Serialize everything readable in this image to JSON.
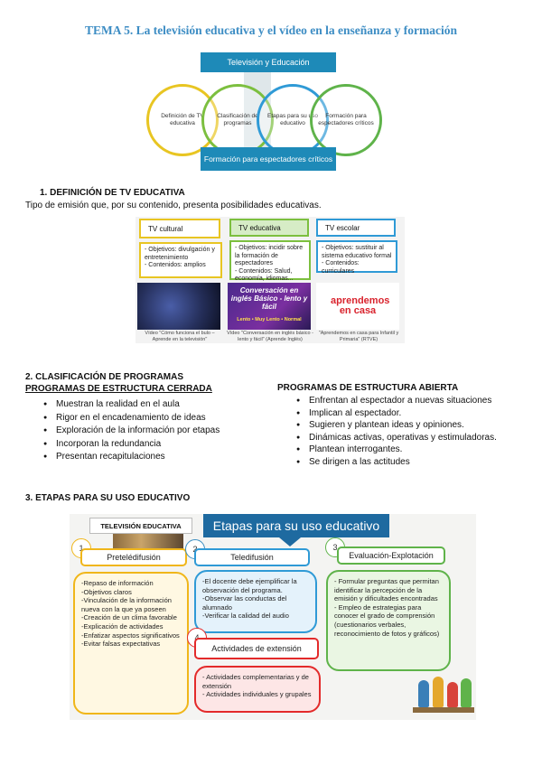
{
  "title": "TEMA 5. La televisión educativa y el vídeo en la enseñanza y formación",
  "diagram1": {
    "top": "Televisión y Educación",
    "bottom": "Formación para espectadores críticos",
    "circles": [
      "Definición de TV educativa",
      "Clasificación de programas",
      "Etapas para su uso educativo",
      "Formación para espectadores críticos"
    ],
    "colors": [
      "#e8c522",
      "#7cbf3f",
      "#2f9ad6",
      "#5fb34a"
    ]
  },
  "section1": {
    "heading": "1.   DEFINICIÓN DE TV EDUCATIVA",
    "text": "Tipo de emisión que, por su contenido, presenta posibilidades educativas.",
    "types": [
      {
        "header": "TV cultural",
        "color": "#e8c522",
        "body": "- Objetivos: divulgación y entretenimiento\n- Contenidos: amplios",
        "caption": "Vídeo \"Cómo funciona el bulo – Aprende en la televisión\""
      },
      {
        "header": "TV educativa",
        "color": "#7cbf3f",
        "body": "- Objetivos: incidir sobre la formación de espectadores\n- Contenidos: Salud, economía, idiomas...",
        "banner": "Conversación en inglés Básico - lento y fácil",
        "banner_sub": "Lento • Muy Lento • Normal",
        "caption": "Vídeo \"Conversación en inglés básico - lento y fácil\" (Aprende Inglés)"
      },
      {
        "header": "TV escolar",
        "color": "#2f9ad6",
        "body": "- Objetivos: sustituir al sistema educativo formal\n- Contenidos: curriculares",
        "logo": "aprendemos en casa",
        "caption": "\"Aprendemos en casa para Infantil y Primaria\" (RTVE)"
      }
    ]
  },
  "section2": {
    "heading": "2. CLASIFICACIÓN DE PROGRAMAS",
    "closed_heading": "PROGRAMAS DE ESTRUCTURA CERRADA",
    "closed_items": [
      "Muestran la realidad en el aula",
      "Rigor en el encadenamiento de ideas",
      "Exploración de la información por etapas",
      "Incorporan la redundancia",
      "Presentan recapitulaciones"
    ],
    "open_heading": "PROGRAMAS DE ESTRUCTURA ABIERTA",
    "open_items": [
      "Enfrentan al espectador a nuevas situaciones",
      "Implican al espectador.",
      "Sugieren y plantean ideas y opiniones.",
      "Dinámicas activas, operativas y estimuladoras.",
      "Plantean interrogantes.",
      "Se dirigen a las actitudes"
    ]
  },
  "section3": {
    "heading": "3. ETAPAS PARA SU USO EDUCATIVO",
    "tag": "TELEVISIÓN EDUCATIVA",
    "banner": "Etapas para su uso educativo",
    "steps": [
      {
        "num": "1",
        "label": "Pretelédifusión",
        "color": "#f0b61a",
        "items": [
          "-Repaso de información",
          "-Objetivos claros",
          "-Vinculación de la información nueva con la que ya poseen",
          "-Creación de un clima favorable",
          "-Explicación de actividades",
          "-Enfatizar aspectos significativos",
          "-Evitar falsas expectativas"
        ]
      },
      {
        "num": "2",
        "label": "Teledifusión",
        "color": "#2f9ad6",
        "items": [
          "-El docente debe ejemplificar la observación del programa.",
          "-Observar las conductas del alumnado",
          "-Verificar la calidad del audio"
        ]
      },
      {
        "num": "3",
        "label": "Evaluación-Explotación",
        "color": "#5fb34a",
        "items": [
          "- Formular preguntas que permitan identificar la percepción de la emisión y dificultades encontradas",
          "- Empleo de estrategias para conocer el grado de comprensión (cuestionarios verbales, reconocimiento de fotos y gráficos)"
        ]
      },
      {
        "num": "4",
        "label": "Actividades de extensión",
        "color": "#e32a2a",
        "items": [
          "- Actividades complementarias y de extensión",
          "- Actividades individuales y grupales"
        ]
      }
    ]
  }
}
